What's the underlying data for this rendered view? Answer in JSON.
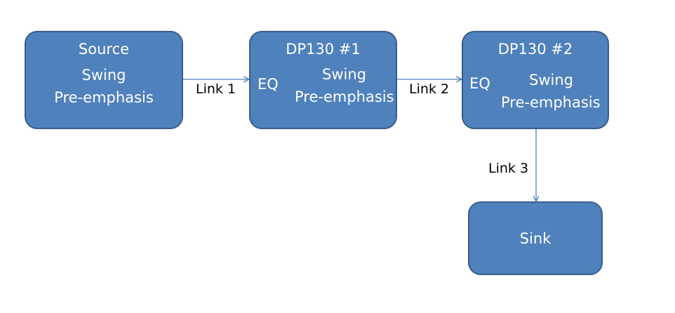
{
  "nodes": {
    "source": {
      "title": "Source",
      "line1": "Swing",
      "line2": "Pre-emphasis"
    },
    "dp130_1": {
      "title": "DP130 #1",
      "eq": "EQ",
      "line1": "Swing",
      "line2": "Pre-emphasis"
    },
    "dp130_2": {
      "title": "DP130 #2",
      "eq": "EQ",
      "line1": "Swing",
      "line2": "Pre-emphasis"
    },
    "sink": {
      "title": "Sink"
    }
  },
  "links": {
    "link1": "Link 1",
    "link2": "Link 2",
    "link3": "Link 3"
  },
  "colors": {
    "box_fill": "#4f81bd",
    "box_border": "#385d8a",
    "arrow": "#4a7ebb",
    "box_text": "#ffffff",
    "label_text": "#000000"
  }
}
